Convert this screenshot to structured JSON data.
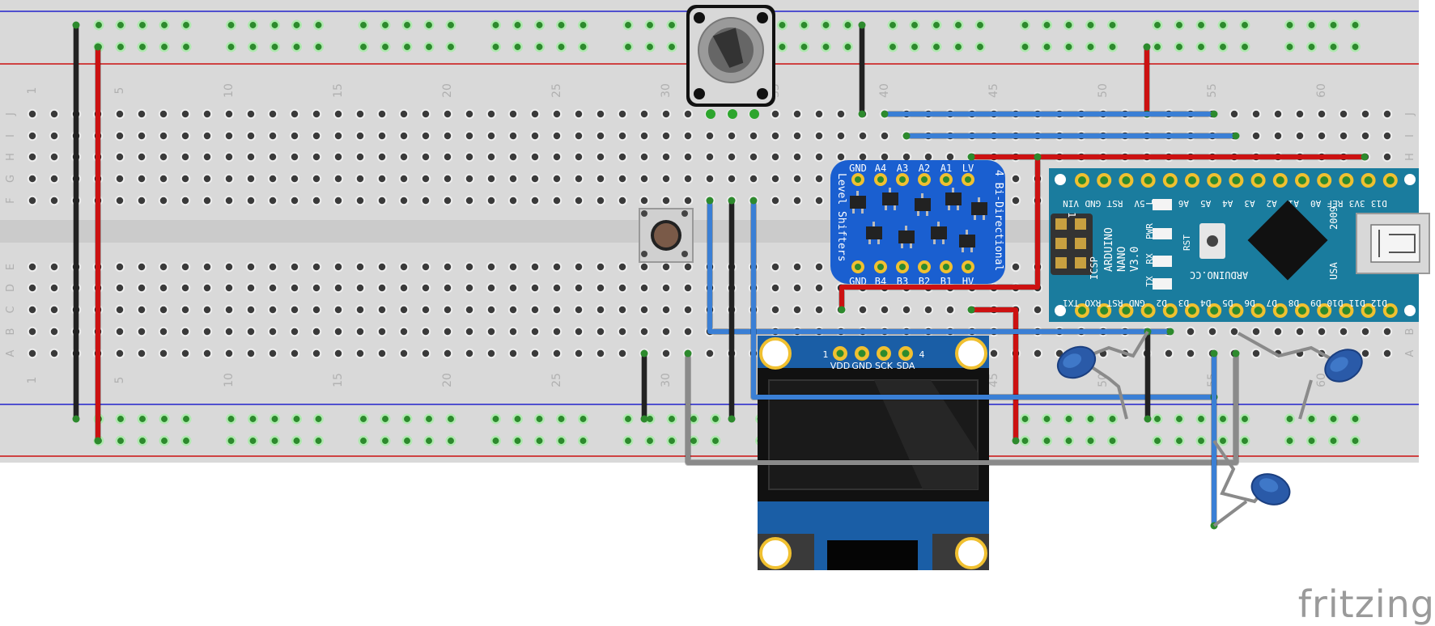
{
  "breadboard": {
    "top_row_labels": [
      "J",
      "I",
      "H",
      "G",
      "F"
    ],
    "bottom_row_labels": [
      "E",
      "D",
      "C",
      "B",
      "A"
    ],
    "column_numbers": [
      "1",
      "5",
      "10",
      "15",
      "20",
      "25",
      "30",
      "35",
      "40",
      "45",
      "50",
      "55",
      "60"
    ]
  },
  "level_shifter": {
    "top_pins": [
      "GND",
      "A4",
      "A3",
      "A2",
      "A1",
      "LV"
    ],
    "bottom_pins": [
      "GND",
      "B4",
      "B3",
      "B2",
      "B1",
      "HV"
    ],
    "side_label_1": "4 Bi-Directional",
    "side_label_2": "Level Shifters"
  },
  "arduino_nano": {
    "top_pins": [
      "D13",
      "3V3",
      "REF",
      "A0",
      "A1",
      "A2",
      "A3",
      "A4",
      "A5",
      "A6",
      "A7",
      "5V",
      "RST",
      "GND",
      "VIN"
    ],
    "bottom_pins": [
      "D12",
      "D11",
      "D10",
      "D9",
      "D8",
      "D7",
      "D6",
      "D5",
      "D4",
      "D3",
      "D2",
      "GND",
      "RST",
      "RXO",
      "TX1"
    ],
    "name_lines": [
      "ARDUINO",
      "NANO",
      "V3.0"
    ],
    "brand": "ARDUINO.CC",
    "country": "USA",
    "year": "2009",
    "icsp": "ICSP",
    "icsp_pin1": "1",
    "led_labels": [
      "L",
      "PWR",
      "RX",
      "TX"
    ],
    "reset_label": "RST"
  },
  "oled": {
    "pins": [
      "VDD",
      "GND",
      "SCK",
      "SDA"
    ],
    "pin_index_start": "1",
    "pin_index_end": "4"
  },
  "watermark": "fritzing",
  "colors": {
    "board": "#d9d9d9",
    "rail_blue": "#2222cc",
    "rail_red": "#cc1111",
    "wire_red": "#cc1111",
    "wire_black": "#222222",
    "wire_blue": "#3a7fd5",
    "wire_gray": "#8a8a8a",
    "pcb_blue": "#1a5fd0",
    "nano_teal": "#1a7c9e",
    "oled_pcb": "#1a5ea6",
    "pad_gold": "#f0c030",
    "cap_blue": "#2a5aa8"
  }
}
